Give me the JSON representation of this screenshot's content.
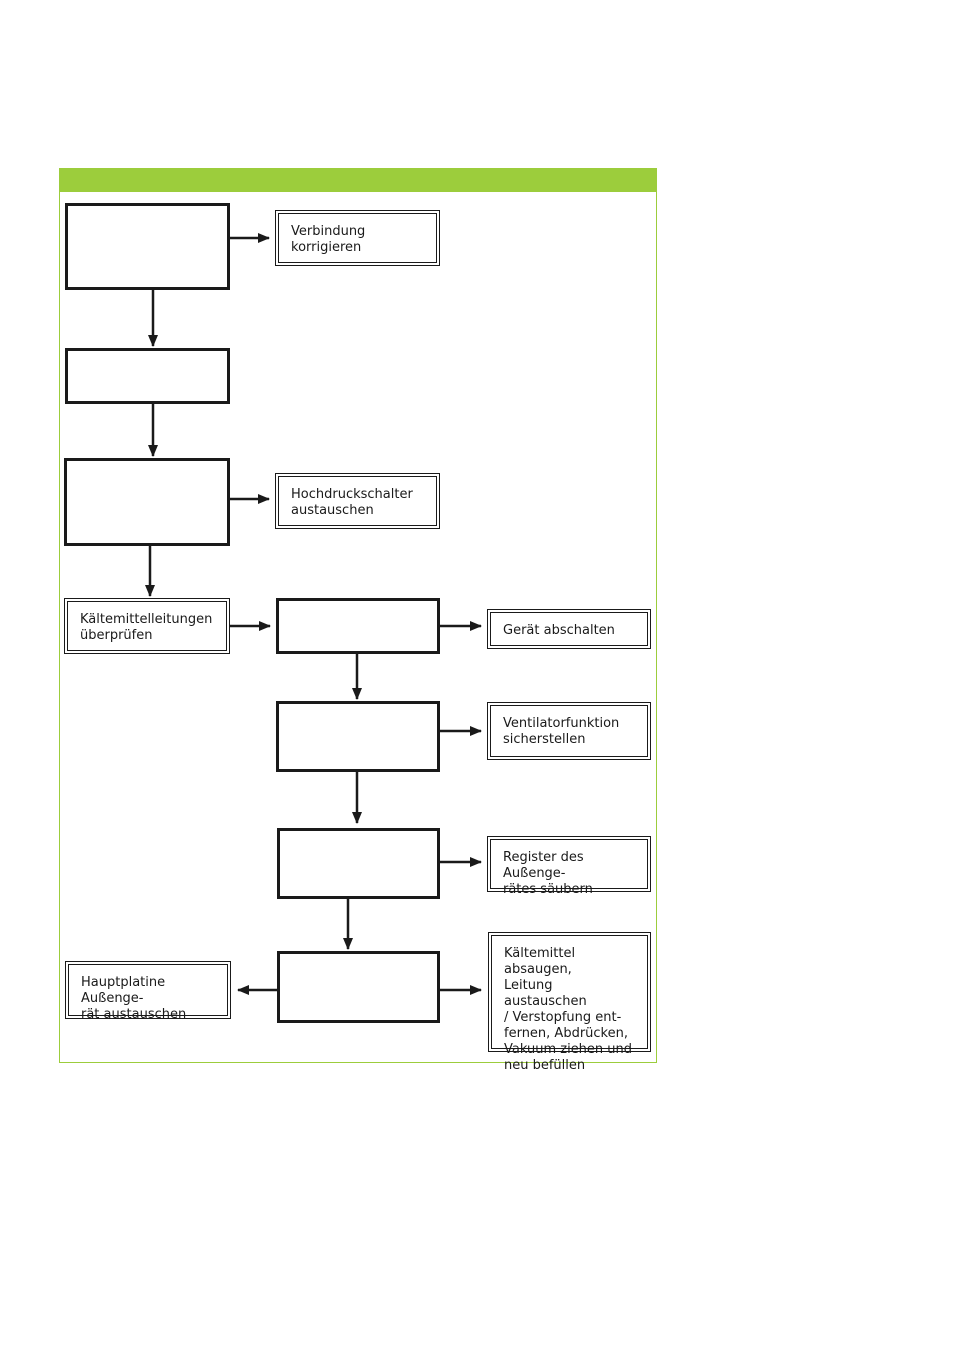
{
  "diagram": {
    "accent_color": "#9ccd3c",
    "outcomes": {
      "verbindung": "Verbindung\nkorrigieren",
      "hochdruck": "Hochdruckschalter\naustauschen",
      "kaeltemittelleitungen": "Kältemittelleitungen\nüberprüfen",
      "geraet_abschalten": "Gerät abschalten",
      "ventilator": "Ventilatorfunktion\nsicherstellen",
      "register": "Register des Außenge-\nrätes säubern",
      "hauptplatine": "Hauptplatine Außenge-\nrät austauschen",
      "kaeltemittel_absaugen": "Kältemittel absaugen,\nLeitung austauschen\n/ Verstopfung ent-\nfernen, Abdrücken,\nVakuum ziehen und\nneu befüllen"
    }
  }
}
